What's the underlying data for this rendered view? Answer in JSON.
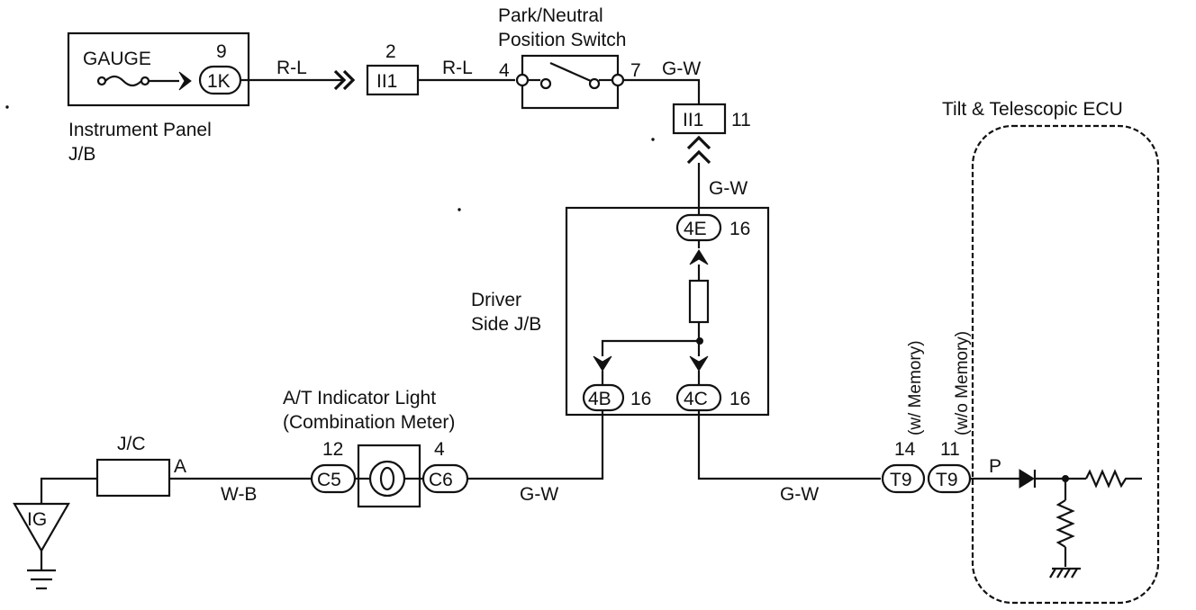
{
  "components": {
    "instrument_panel_jb": {
      "inner_label": "GAUGE",
      "label_line1": "Instrument Panel",
      "label_line2": "J/B",
      "connector": "1K",
      "pin": "9"
    },
    "park_neutral_switch": {
      "label_line1": "Park/Neutral",
      "label_line2": "Position Switch",
      "pin_in": "4",
      "pin_out": "7"
    },
    "driver_side_jb": {
      "label_line1": "Driver",
      "label_line2": "Side J/B",
      "top_connector": "4E",
      "top_pin": "16",
      "left_connector": "4B",
      "left_pin": "16",
      "right_connector": "4C",
      "right_pin": "16"
    },
    "at_indicator_light": {
      "label_line1": "A/T Indicator Light",
      "label_line2": "(Combination Meter)",
      "left_connector": "C5",
      "left_pin": "12",
      "right_connector": "C6",
      "right_pin": "4"
    },
    "junction_connector": {
      "label": "J/C",
      "pin": "A"
    },
    "ig_ground": {
      "label": "IG"
    },
    "tilt_telescopic_ecu": {
      "label": "Tilt & Telescopic ECU",
      "pin": "P"
    }
  },
  "connectors": {
    "ii1_a": {
      "label": "II1",
      "pin": "2"
    },
    "ii1_b": {
      "label": "II1",
      "pin": "11"
    },
    "t9_memory": {
      "label": "T9",
      "pin": "14",
      "note": "(w/ Memory)"
    },
    "t9_no_memory": {
      "label": "T9",
      "pin": "11",
      "note": "(w/o Memory)"
    }
  },
  "wire_labels": {
    "gauge_to_ii1": "R-L",
    "ii1_to_switch": "R-L",
    "switch_out": "G-W",
    "ii1_to_jb": "G-W",
    "jc_to_c5": "W-B",
    "c6_to_4b": "G-W",
    "4c_to_t9": "G-W"
  }
}
